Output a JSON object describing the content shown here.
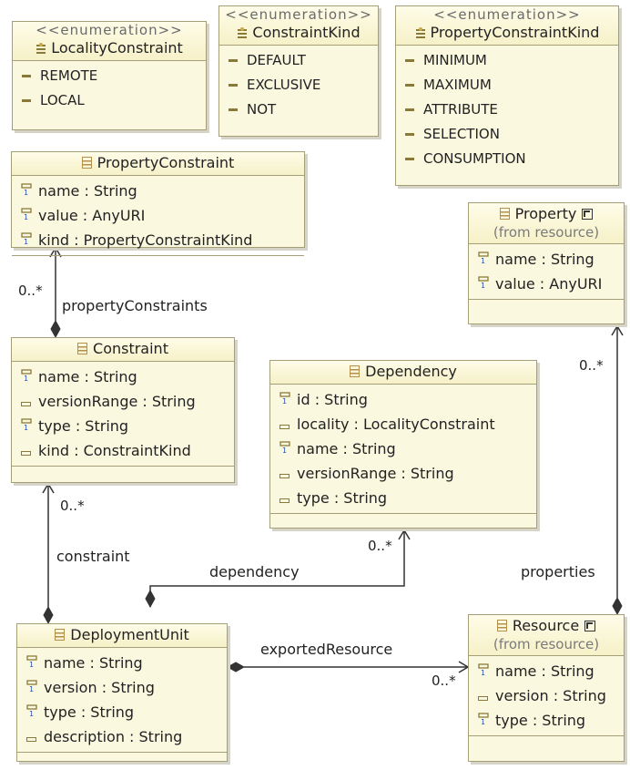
{
  "enums": {
    "locality": {
      "stereotype": "<<enumeration>>",
      "name": "LocalityConstraint",
      "literals": [
        "REMOTE",
        "LOCAL"
      ]
    },
    "constraintKind": {
      "stereotype": "<<enumeration>>",
      "name": "ConstraintKind",
      "literals": [
        "DEFAULT",
        "EXCLUSIVE",
        "NOT"
      ]
    },
    "propertyConstraintKind": {
      "stereotype": "<<enumeration>>",
      "name": "PropertyConstraintKind",
      "literals": [
        "MINIMUM",
        "MAXIMUM",
        "ATTRIBUTE",
        "SELECTION",
        "CONSUMPTION"
      ]
    }
  },
  "classes": {
    "propertyConstraint": {
      "name": "PropertyConstraint",
      "attributes": [
        "name : String",
        "value : AnyURI",
        "kind : PropertyConstraintKind"
      ]
    },
    "property": {
      "name": "Property",
      "from": "(from resource)",
      "attributes": [
        "name : String",
        "value : AnyURI"
      ]
    },
    "constraint": {
      "name": "Constraint",
      "attributes": [
        "name : String",
        "versionRange : String",
        "type : String",
        "kind : ConstraintKind"
      ]
    },
    "dependency": {
      "name": "Dependency",
      "attributes": [
        "id : String",
        "locality : LocalityConstraint",
        "name : String",
        "versionRange : String",
        "type : String"
      ]
    },
    "deploymentUnit": {
      "name": "DeploymentUnit",
      "attributes": [
        "name : String",
        "version : String",
        "type : String",
        "description : String"
      ]
    },
    "resource": {
      "name": "Resource",
      "from": "(from resource)",
      "attributes": [
        "name : String",
        "version : String",
        "type : String"
      ]
    }
  },
  "associations": {
    "propertyConstraints": {
      "label": "propertyConstraints",
      "mult": "0..*"
    },
    "constraint": {
      "label": "constraint",
      "mult": "0..*"
    },
    "dependency": {
      "label": "dependency",
      "mult": "0..*"
    },
    "exportedResource": {
      "label": "exportedResource",
      "mult": "0..*"
    },
    "properties": {
      "label": "properties",
      "mult": "0..*"
    }
  }
}
